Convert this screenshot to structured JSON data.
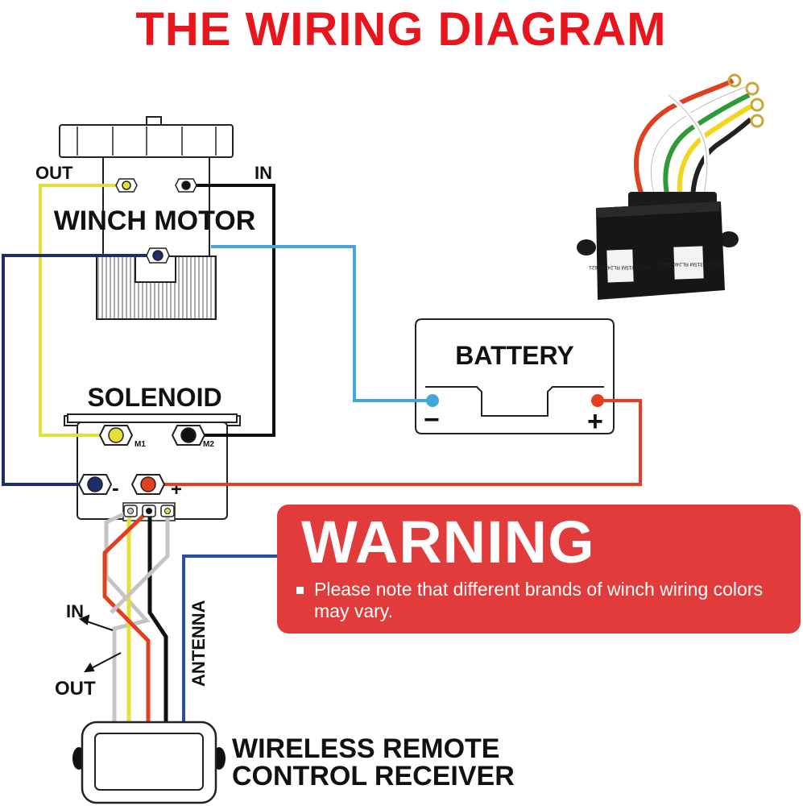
{
  "title": "THE WIRING DIAGRAM",
  "labels": {
    "motor_out": "OUT",
    "motor_in": "IN",
    "winch_motor": "WINCH MOTOR",
    "solenoid": "SOLENOID",
    "m1": "M1",
    "m2": "M2",
    "sol_minus": "-",
    "sol_plus": "+",
    "battery": "BATTERY",
    "bat_minus": "−",
    "bat_plus": "+",
    "antenna": "ANTENNA",
    "wire_in": "IN",
    "wire_out": "OUT",
    "receiver_line1": "WIRELESS REMOTE",
    "receiver_line2": "CONTROL RECEIVER",
    "module_sticker_left": "DC12V315M RL24G34621",
    "module_sticker_right": "DC12V315M RL24G34621"
  },
  "warning": {
    "title": "WARNING",
    "note": "Please note that different brands of winch wiring colors may vary."
  },
  "colors": {
    "title_red": "#e8161c",
    "warning_bg": "#e23b3b",
    "wire_yellow": "#e3e03a",
    "wire_black": "#111111",
    "wire_navy": "#1d2f6b",
    "wire_lightblue": "#43a6d8",
    "wire_red": "#e0401f",
    "wire_gray": "#c4c4c4",
    "wire_blue": "#2a4fa0"
  }
}
